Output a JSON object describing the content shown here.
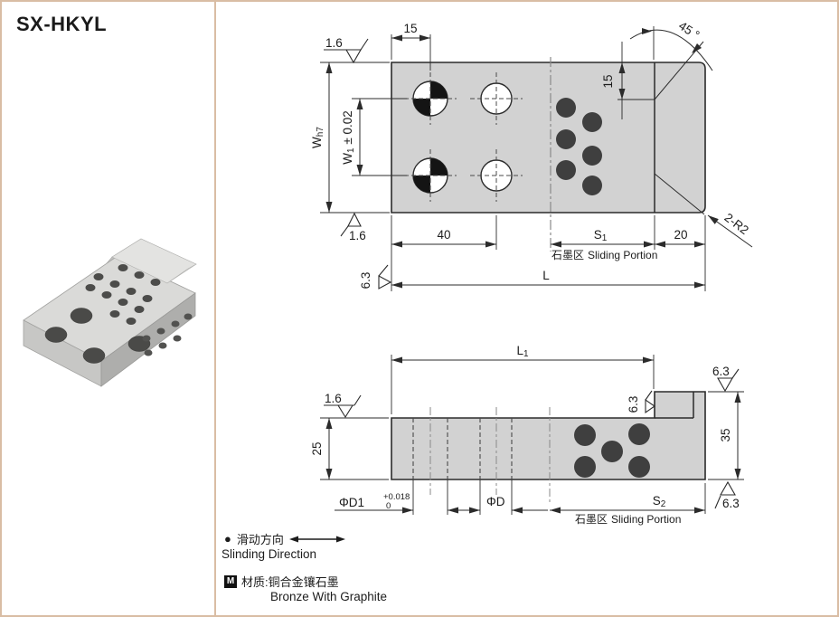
{
  "title": "SX-HKYL",
  "zone": {
    "cn": "石墨区",
    "en": "Sliding Portion"
  },
  "top_view": {
    "dim_top": "15",
    "roughness_top": "1.6",
    "angle": "45 °",
    "width_main": "W",
    "width_sub": "h7",
    "width1_main": "W",
    "width1_sub": "1",
    "width1_tol": " ± 0.02",
    "dim_side": "15",
    "roughness_bottom": "1.6",
    "dim_40": "40",
    "s1_main": "S",
    "s1_sub": "1",
    "dim_20": "20",
    "corner_radius": "2-R2",
    "roughness_l": "6.3",
    "dim_l": "L"
  },
  "side_view": {
    "l1_main": "L",
    "l1_sub": "1",
    "roughness_top": "1.6",
    "roughness_step": "6.3",
    "roughness_step_top": "6.3",
    "roughness_bottom": "6.3",
    "dim_25": "25",
    "dim_35": "35",
    "d1": "ΦD1",
    "d1_tol_upper": "+0.018",
    "d1_tol_lower": "0",
    "d": "ΦD",
    "s2_main": "S",
    "s2_sub": "2"
  },
  "legend": {
    "bullet": "●",
    "sliding_cn": "滑动方向",
    "sliding_en": "Slinding Direction",
    "material_icon": "M",
    "material_cn": "材质:铜合金镶石墨",
    "material_en": "Bronze With Graphite"
  }
}
